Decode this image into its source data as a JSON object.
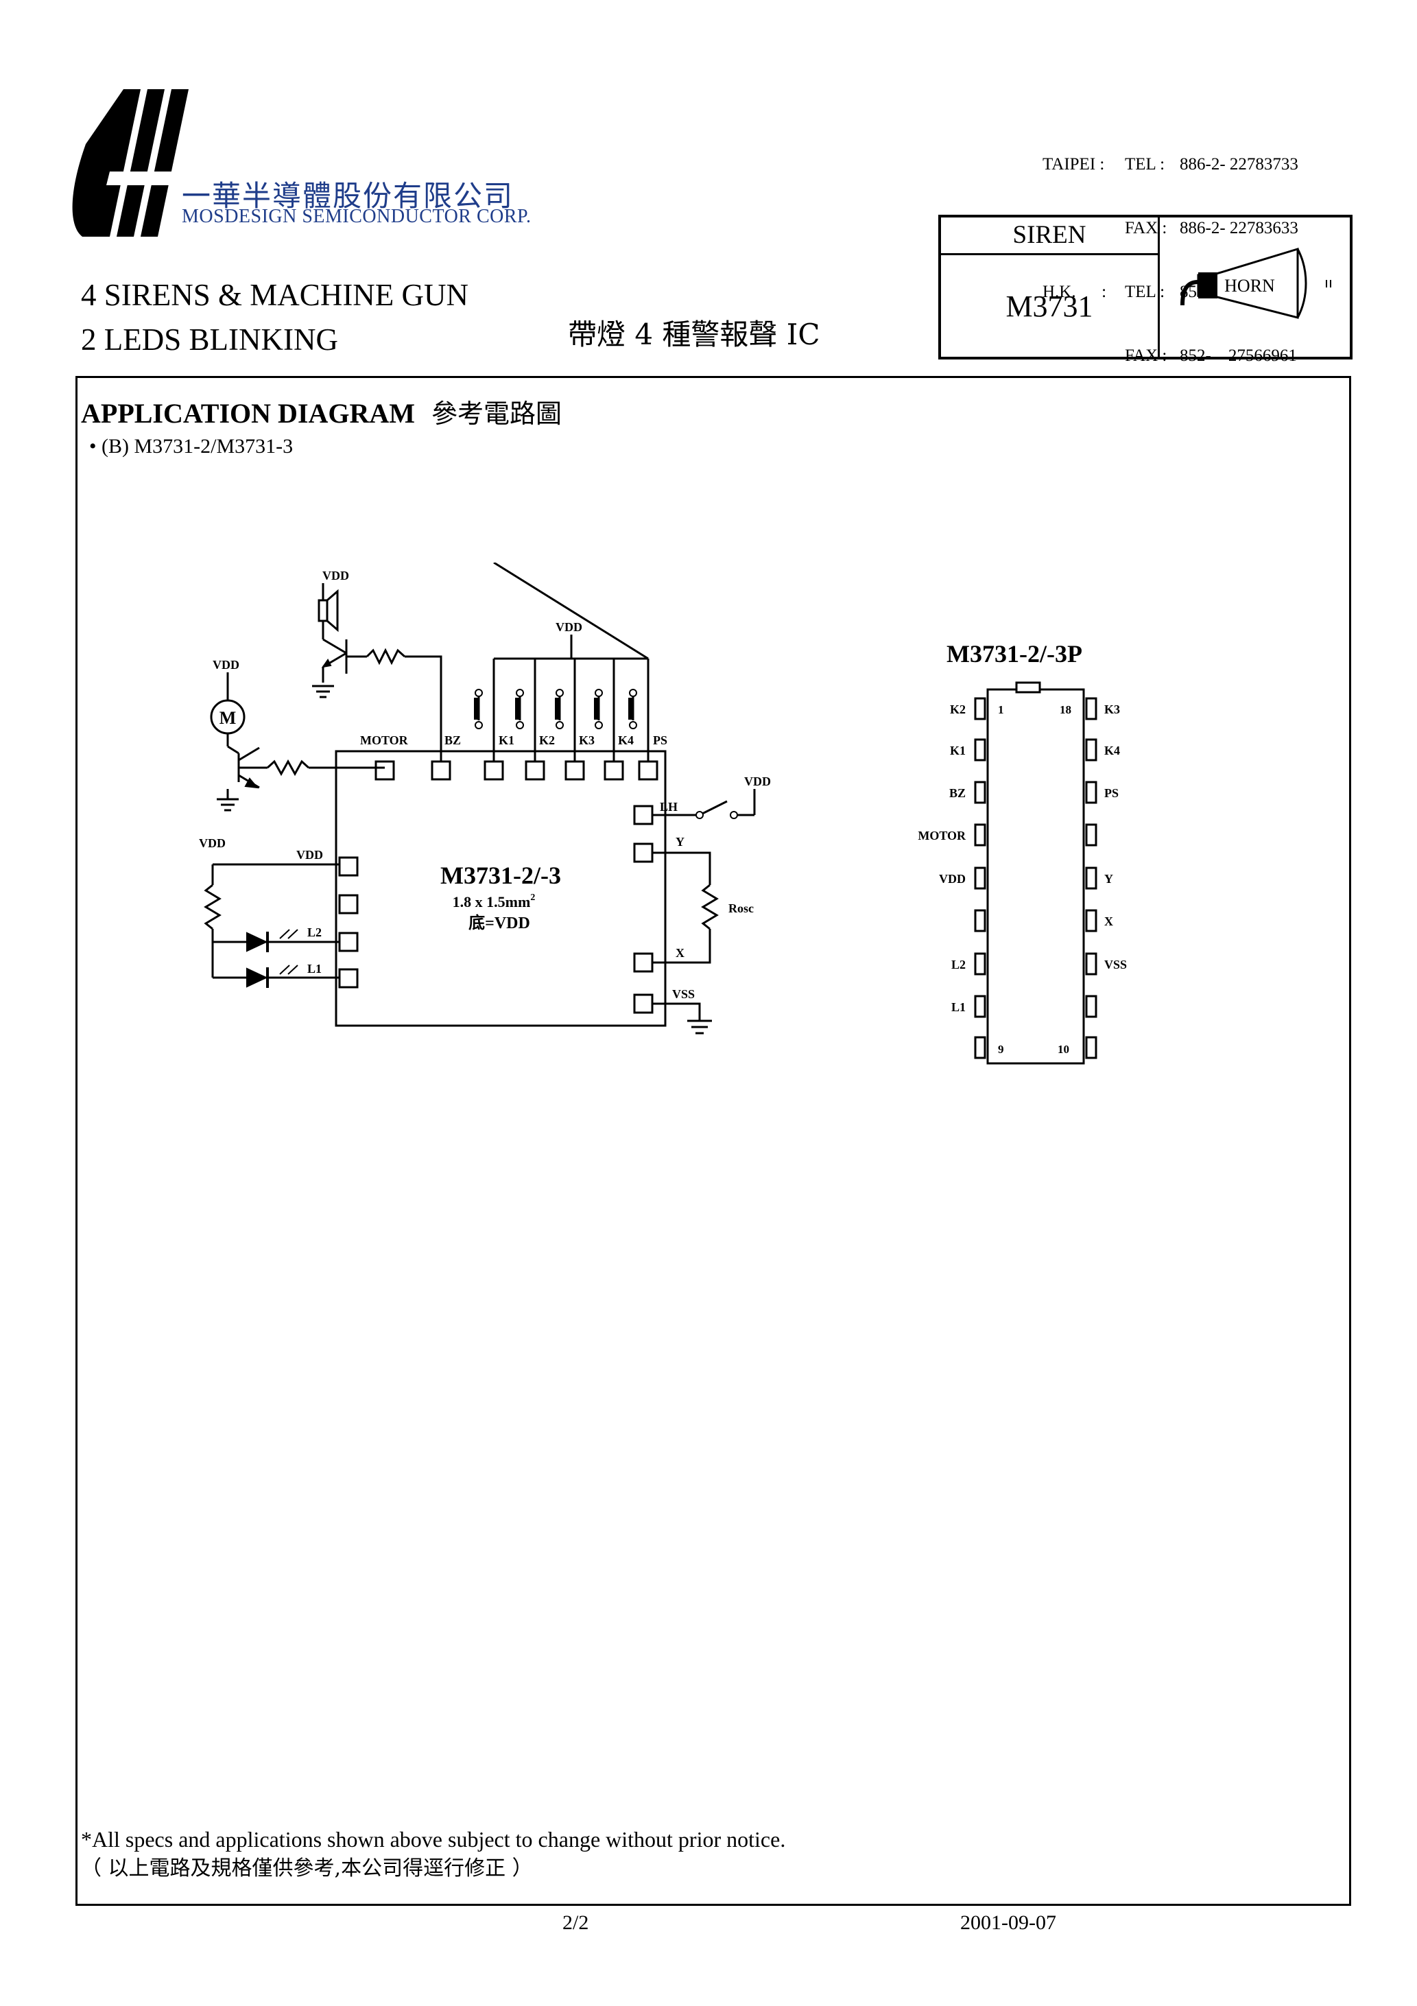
{
  "header": {
    "company_cn": "一華半導體股份有限公司",
    "company_en": "MOSDESIGN SEMICONDUCTOR CORP.",
    "contact": [
      {
        "loc": "TAIPEI :",
        "kind": "TEL :",
        "num": "886-2- 22783733"
      },
      {
        "loc": "",
        "kind": "FAX :",
        "num": "886-2- 22783633"
      },
      {
        "loc": "H.K.      :",
        "kind": "TEL :",
        "num": "852-    27569109"
      },
      {
        "loc": "",
        "kind": "FAX :",
        "num": "852-    27566961"
      }
    ]
  },
  "title": {
    "line1": "4 SIRENS & MACHINE GUN",
    "line2": "2 LEDS BLINKING",
    "cn": "帶燈 4 種警報聲 IC"
  },
  "product": {
    "category": "SIREN",
    "part": "M3731",
    "icon_label": "HORN"
  },
  "section": {
    "title": "APPLICATION DIAGRAM",
    "title_cn": "參考電路圖",
    "bullet": "• (B) M3731-2/M3731-3"
  },
  "schematic": {
    "vdd": "VDD",
    "motor_symbol": "M",
    "chip_name": "M3731-2/-3",
    "chip_size": "1.8 x 1.5mm",
    "chip_size_sup": "2",
    "chip_substrate": "底=VDD",
    "pads_top": [
      "MOTOR",
      "BZ",
      "K1",
      "K2",
      "K3",
      "K4",
      "PS"
    ],
    "pad_vdd": "VDD",
    "pad_l2": "L2",
    "pad_l1": "L1",
    "pad_lh": "LH",
    "pad_y": "Y",
    "pad_x": "X",
    "pad_vss": "VSS",
    "rosc": "Rosc"
  },
  "pinout": {
    "title": "M3731-2/-3P",
    "left": [
      "K2",
      "K1",
      "BZ",
      "MOTOR",
      "VDD",
      "",
      "L2",
      "L1",
      ""
    ],
    "right": [
      "K3",
      "K4",
      "PS",
      "",
      "Y",
      "X",
      "VSS",
      "",
      ""
    ],
    "pin1": "1",
    "pin18": "18",
    "pin9": "9",
    "pin10": "10"
  },
  "notes": {
    "en": "*All specs and applications shown above subject to change without prior notice.",
    "cn": "（ 以上電路及規格僅供參考,本公司得逕行修正 ）"
  },
  "footer": {
    "page": "2/2",
    "date": "2001-09-07"
  }
}
